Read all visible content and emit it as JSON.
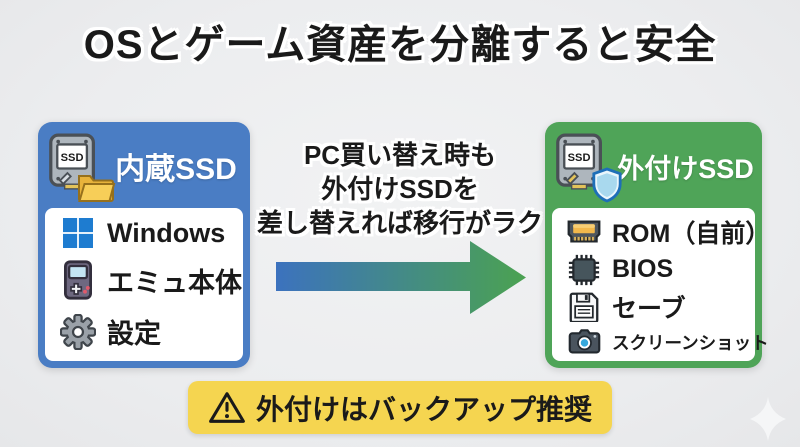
{
  "title": "OSとゲーム資産を分離すると安全",
  "left_card": {
    "title": "内蔵SSD",
    "header_icons": [
      "ssd-drive-icon",
      "folder-icon"
    ],
    "items": [
      {
        "icon": "windows-icon",
        "label": "Windows"
      },
      {
        "icon": "handheld-console-icon",
        "label": "エミュ本体"
      },
      {
        "icon": "gear-icon",
        "label": "設定"
      }
    ]
  },
  "middle": {
    "caption_lines": [
      "PC買い替え時も",
      "外付けSSDを",
      "差し替えれば移行がラク"
    ],
    "arrow_direction": "right"
  },
  "right_card": {
    "title": "外付けSSD",
    "header_icons": [
      "ssd-drive-icon",
      "shield-icon"
    ],
    "items": [
      {
        "icon": "rom-cartridge-icon",
        "label": "ROM（自前）"
      },
      {
        "icon": "chip-icon",
        "label": "BIOS"
      },
      {
        "icon": "floppy-icon",
        "label": "セーブ"
      },
      {
        "icon": "camera-icon",
        "label": "スクリーンショット"
      }
    ]
  },
  "banner": {
    "icon": "warning-icon",
    "text": "外付けはバックアップ推奨"
  },
  "ssd_icon_label": "SSD",
  "colors": {
    "background": "#ECEDEF",
    "card_blue": "#4A7DC4",
    "card_green": "#4FA458",
    "banner_yellow": "#F5D550",
    "arrow_start": "#3C72BE",
    "arrow_end": "#4BA251",
    "windows_blue": "#1E7CD0",
    "text": "#1A1A1A"
  }
}
